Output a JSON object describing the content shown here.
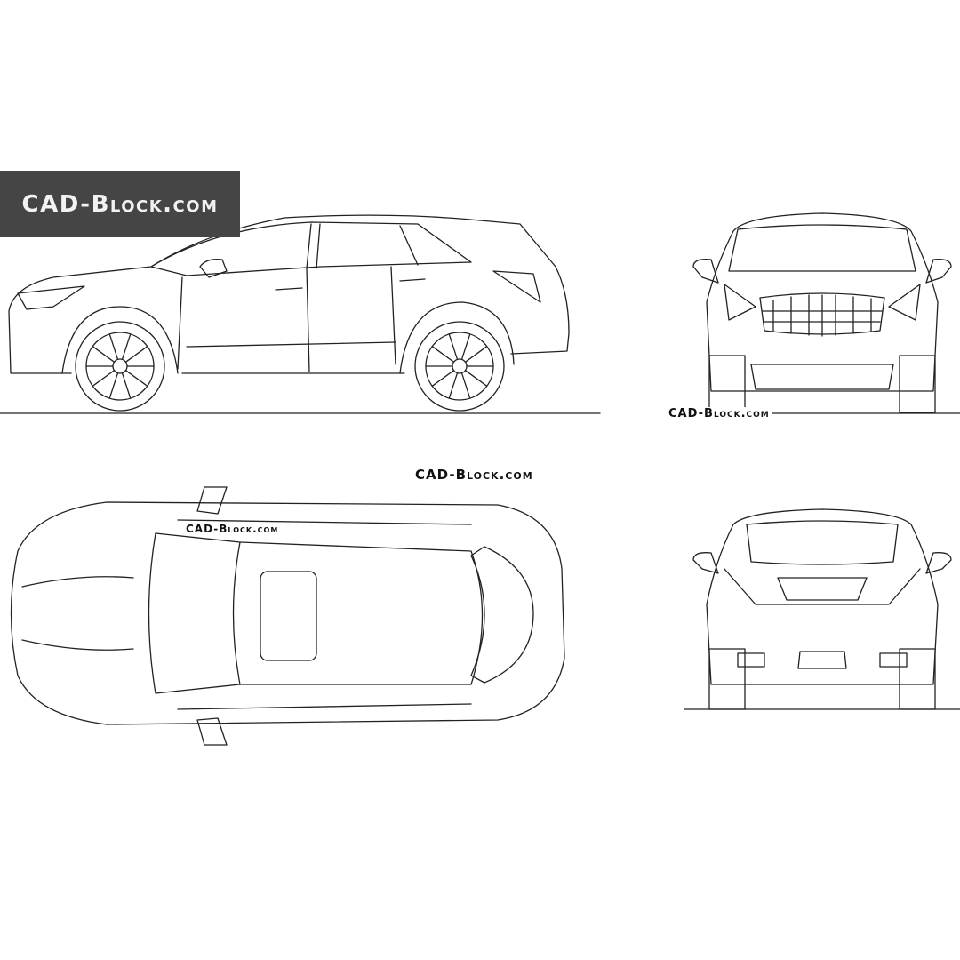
{
  "watermark_banner": {
    "text": "CAD-Block.com",
    "background": "#454545",
    "text_color": "#f2f2f2"
  },
  "watermarks": [
    "CAD-Block.com",
    "CAD-Block.com",
    "CAD-Block.com"
  ],
  "views": [
    "side-view",
    "front-view",
    "top-view",
    "rear-view"
  ],
  "line_color": "#222222"
}
